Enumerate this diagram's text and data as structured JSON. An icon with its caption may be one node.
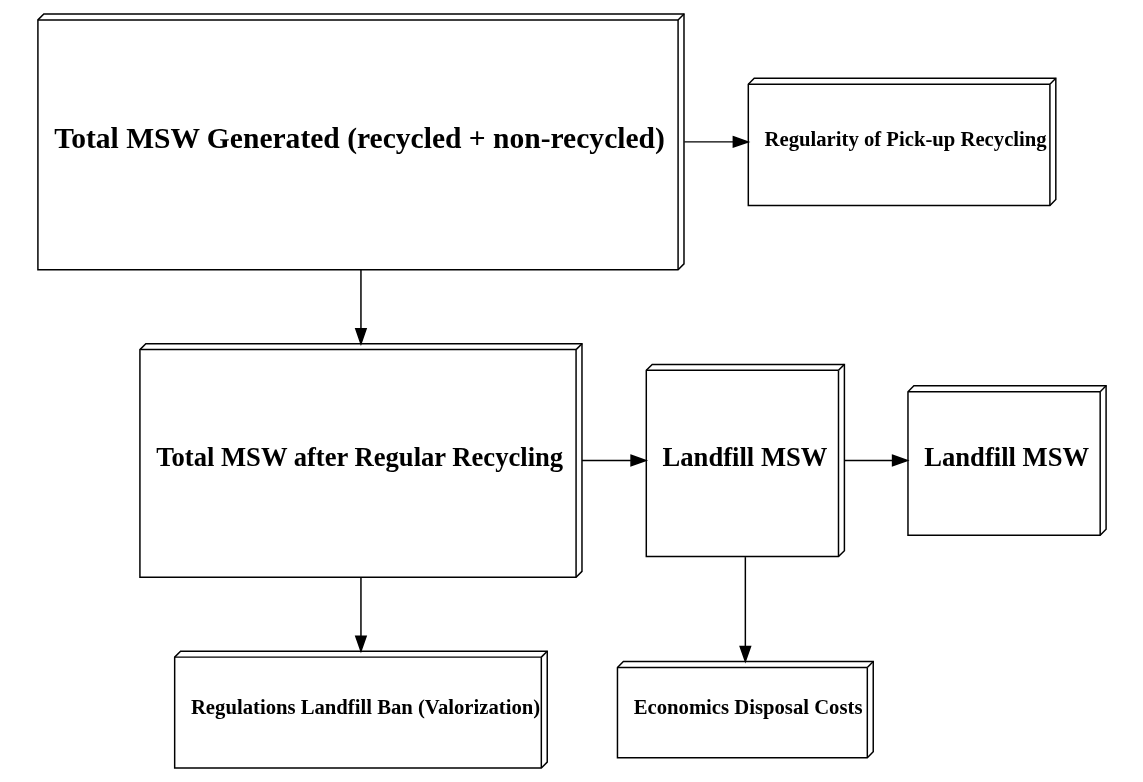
{
  "diagram": {
    "nodes": [
      {
        "text": [
          "Total MSW Generated (recycled + non-recycled)"
        ]
      },
      {
        "text": [
          "Regularity of Pick-up Recycling"
        ]
      },
      {
        "text": [
          "Total MSW after Regular Recycling"
        ]
      },
      {
        "text": [
          "Regulations Landfill Ban (Valorization)"
        ]
      },
      {
        "text": [
          "Landfill MSW"
        ]
      },
      {
        "text": [
          "Economics Disposal Costs"
        ]
      },
      {
        "text": [
          "Landfill MSW"
        ]
      }
    ],
    "edges": [
      {
        "from": 0,
        "to": 2,
        "arrow": "to"
      },
      {
        "from": 0,
        "to": 1,
        "arrow": "to"
      },
      {
        "from": 2,
        "to": 4,
        "arrow": "to"
      },
      {
        "from": 2,
        "to": 3,
        "arrow": "to"
      },
      {
        "from": 4,
        "to": 6,
        "arrow": "to"
      },
      {
        "from": 4,
        "to": 5,
        "arrow": "to"
      }
    ]
  }
}
